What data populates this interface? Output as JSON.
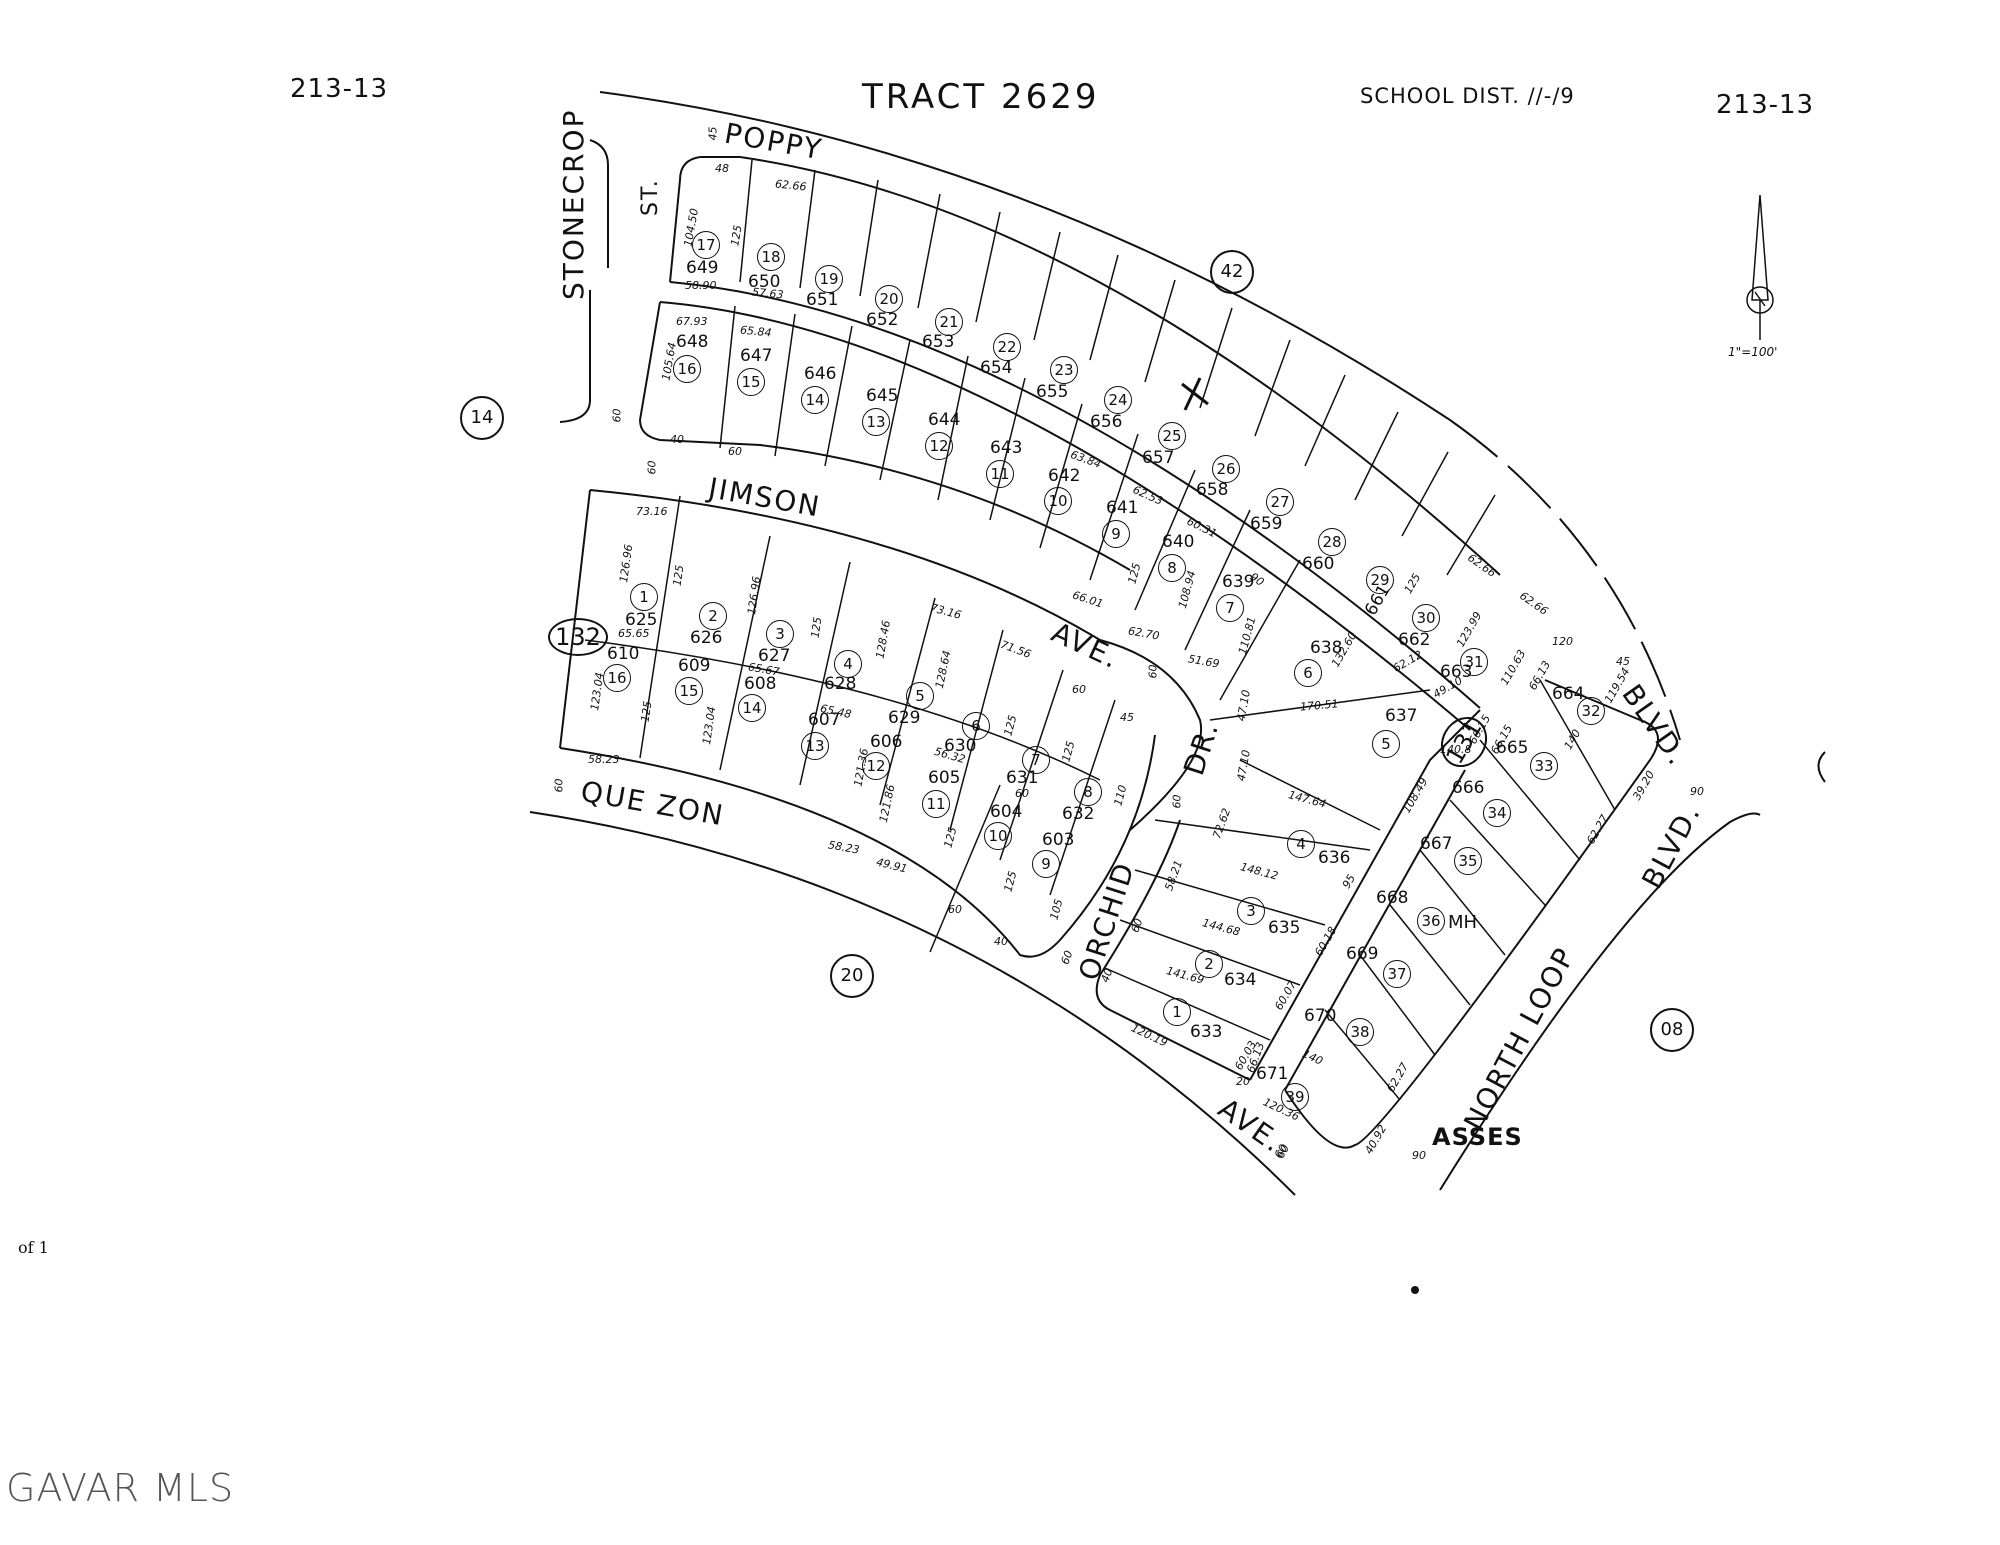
{
  "header": {
    "map_page_left": "213-13",
    "map_page_right": "213-13",
    "tract": "TRACT 2629",
    "school_district": "SCHOOL DIST. //-/9"
  },
  "scale": "1\"=100'",
  "streets": {
    "poppy": "POPPY",
    "stonecrop": "STONECROP",
    "stonecrop_st": "ST.",
    "jimson": "JIMSON",
    "jimson_ave": "AVE.",
    "quezon": "QUE ZON",
    "quezon_ave": "AVE.",
    "orchid": "ORCHID",
    "orchid_dr": "DR.",
    "north_loop": "NORTH LOOP",
    "north_loop_blvd": "BLVD.",
    "top_blvd": "BLVD."
  },
  "adjacent_pages": [
    "42",
    "14",
    "20",
    "08"
  ],
  "block_labels": [
    "132",
    "131"
  ],
  "lots_row1": [
    {
      "lot": "17",
      "parcel": "649"
    },
    {
      "lot": "18",
      "parcel": "650"
    },
    {
      "lot": "19",
      "parcel": "651"
    },
    {
      "lot": "20",
      "parcel": "652"
    },
    {
      "lot": "21",
      "parcel": "653"
    },
    {
      "lot": "22",
      "parcel": "654"
    },
    {
      "lot": "23",
      "parcel": "655"
    },
    {
      "lot": "24",
      "parcel": "656"
    },
    {
      "lot": "25",
      "parcel": "657"
    },
    {
      "lot": "26",
      "parcel": "658"
    },
    {
      "lot": "27",
      "parcel": "659"
    },
    {
      "lot": "28",
      "parcel": "660"
    },
    {
      "lot": "29",
      "parcel": "661"
    },
    {
      "lot": "30",
      "parcel": "662"
    },
    {
      "lot": "31",
      "parcel": "663"
    }
  ],
  "lots_row2": [
    {
      "lot": "16",
      "parcel": "648"
    },
    {
      "lot": "15",
      "parcel": "647"
    },
    {
      "lot": "14",
      "parcel": "646"
    },
    {
      "lot": "13",
      "parcel": "645"
    },
    {
      "lot": "12",
      "parcel": "644"
    },
    {
      "lot": "11",
      "parcel": "643"
    },
    {
      "lot": "10",
      "parcel": "642"
    },
    {
      "lot": "9",
      "parcel": "641"
    },
    {
      "lot": "8",
      "parcel": "640"
    },
    {
      "lot": "7",
      "parcel": "639"
    },
    {
      "lot": "6",
      "parcel": "638"
    },
    {
      "lot": "5",
      "parcel": "637"
    }
  ],
  "lots_row3": [
    {
      "lot": "1",
      "parcel": "625"
    },
    {
      "lot": "2",
      "parcel": "626"
    },
    {
      "lot": "3",
      "parcel": "627"
    },
    {
      "lot": "4",
      "parcel": "628"
    },
    {
      "lot": "5",
      "parcel": "629"
    },
    {
      "lot": "6",
      "parcel": "630"
    },
    {
      "lot": "7",
      "parcel": "631"
    },
    {
      "lot": "8",
      "parcel": "632"
    }
  ],
  "lots_row4": [
    {
      "lot": "16",
      "parcel": "610"
    },
    {
      "lot": "15",
      "parcel": "609"
    },
    {
      "lot": "14",
      "parcel": "608"
    },
    {
      "lot": "13",
      "parcel": "607"
    },
    {
      "lot": "12",
      "parcel": "606"
    },
    {
      "lot": "11",
      "parcel": "605"
    },
    {
      "lot": "10",
      "parcel": "604"
    },
    {
      "lot": "9",
      "parcel": "603"
    }
  ],
  "lots_orchid": [
    {
      "lot": "4",
      "parcel": "636"
    },
    {
      "lot": "3",
      "parcel": "635"
    },
    {
      "lot": "2",
      "parcel": "634"
    },
    {
      "lot": "1",
      "parcel": "633"
    }
  ],
  "lots_east": [
    {
      "lot": "32",
      "parcel": "664"
    },
    {
      "lot": "33",
      "parcel": "665"
    },
    {
      "lot": "34",
      "parcel": "666"
    },
    {
      "lot": "35",
      "parcel": "667"
    },
    {
      "lot": "36",
      "parcel": "668"
    },
    {
      "lot": "37",
      "parcel": "669"
    },
    {
      "lot": "38",
      "parcel": "670"
    },
    {
      "lot": "39",
      "parcel": "671"
    }
  ],
  "mh_label": "MH",
  "dims": {
    "d1": "45",
    "d2": "48",
    "d3": "62.66",
    "d4": "104.50",
    "d5": "125",
    "d6": "58.90",
    "d7": "57.63",
    "d8": "67.93",
    "d9": "65.84",
    "d10": "105.64",
    "d11": "60",
    "d12": "40",
    "d13": "60",
    "d14": "60",
    "d15": "73.16",
    "d16": "126.96",
    "d17": "125",
    "d18": "126.96",
    "d19": "65.65",
    "d20": "123.04",
    "d21": "125",
    "d22": "123.04",
    "d23": "58.23",
    "d24": "60",
    "d25": "125",
    "d26": "65.67",
    "d27": "128.46",
    "d28": "65.48",
    "d29": "121.36",
    "d30": "73.16",
    "d31": "128.64",
    "d32": "121.86",
    "d33": "56.32",
    "d34": "71.56",
    "d35": "125",
    "d36": "60",
    "d37": "125",
    "d38": "60",
    "d39": "110",
    "d40": "45",
    "d41": "58.23",
    "d42": "49.91",
    "d43": "125",
    "d44": "60",
    "d45": "125",
    "d46": "105",
    "d47": "40",
    "d48": "63.84",
    "d49": "62.53",
    "d50": "60.31",
    "d51": "125",
    "d52": "108.94",
    "d53": "66.01",
    "d54": "62.70",
    "d55": "51.69",
    "d56": "110.81",
    "d57": "90",
    "d58": "132.60",
    "d59": "47.10",
    "d60": "170.51",
    "d61": "60",
    "d62": "60",
    "d63": "47.10",
    "d64": "125",
    "d65": "62.66",
    "d66": "123.99",
    "d67": "62.66",
    "d68": "110.63",
    "d69": "62.12",
    "d70": "49.10",
    "d71": "140.8",
    "d72": "147.64",
    "d73": "148.12",
    "d74": "144.68",
    "d75": "141.69",
    "d76": "120.19",
    "d77": "72.62",
    "d78": "58.21",
    "d79": "60",
    "d80": "40",
    "d81": "60",
    "d82": "95",
    "d83": "60.18",
    "d84": "60.07",
    "d85": "60.03",
    "d86": "20",
    "d87": "66.13",
    "d88": "119.54",
    "d89": "140",
    "d90": "39.20",
    "d91": "62.27",
    "d92": "140",
    "d93": "120.36",
    "d94": "40.92",
    "d95": "62.27",
    "d96": "90",
    "d97": "90",
    "d98": "60",
    "d99": "108.49",
    "d100": "66.15",
    "d101": "66.13",
    "d102": "66.15",
    "d103": "120",
    "d104": "45",
    "d105": "60"
  },
  "stamp": "ASSES",
  "page_note": "of 1",
  "watermark": "GAVAR MLS"
}
